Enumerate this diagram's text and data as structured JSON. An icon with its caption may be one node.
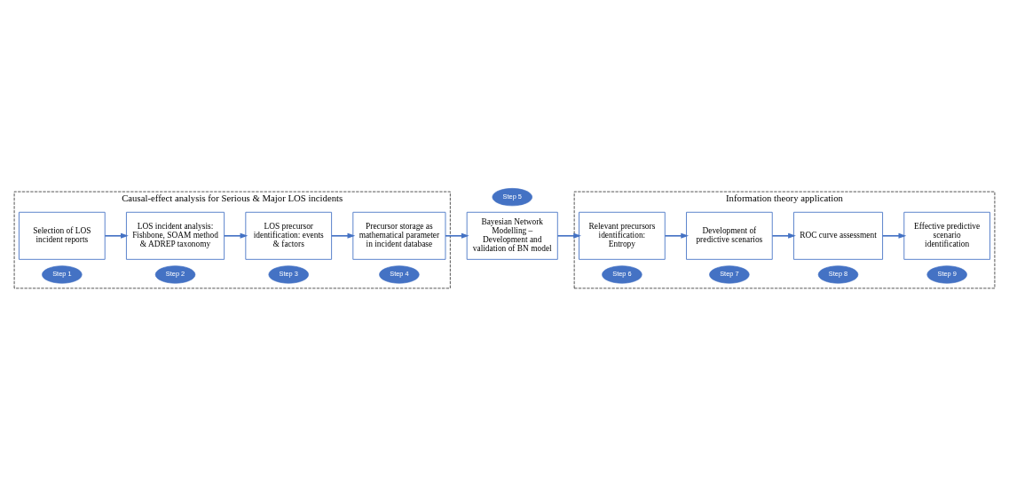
{
  "diagram": {
    "nodes": [
      {
        "text": [
          "Causal-effect analysis for Serious & Major LOS incidents"
        ]
      },
      {
        "text": [
          "Selection of LOS incident reports"
        ],
        "in": 0
      },
      {
        "text": [
          "Step 1"
        ],
        "in": 0
      },
      {
        "text": [
          "LOS incident analysis: Fishbone, SOAM method & ADREP taxonomy"
        ],
        "in": 0
      },
      {
        "text": [
          "Step 2"
        ],
        "in": 0
      },
      {
        "text": [
          "LOS precursor identification: events & factors"
        ],
        "in": 0
      },
      {
        "text": [
          "Step 3"
        ],
        "in": 0
      },
      {
        "text": [
          "Precursor storage as mathematical parameter in incident database"
        ],
        "in": 0
      },
      {
        "text": [
          "Step 4"
        ],
        "in": 0
      },
      {
        "text": [
          "Bayesian Network Modelling – Development and validation of BN model"
        ]
      },
      {
        "text": [
          "Step 5"
        ]
      },
      {
        "text": [
          "Information theory application"
        ]
      },
      {
        "text": [
          "Relevant precursors identification: Entropy"
        ],
        "in": 11
      },
      {
        "text": [
          "Step 6"
        ],
        "in": 11
      },
      {
        "text": [
          "Development of predictive scenarios"
        ],
        "in": 11
      },
      {
        "text": [
          "Step 7"
        ],
        "in": 11
      },
      {
        "text": [
          "ROC curve assessment"
        ],
        "in": 11
      },
      {
        "text": [
          "Step 8"
        ],
        "in": 11
      },
      {
        "text": [
          "Effective predictive scenario identification"
        ],
        "in": 11
      },
      {
        "text": [
          "Step 9"
        ],
        "in": 11
      }
    ],
    "edges": [
      {
        "from": 1,
        "to": 3,
        "arrow": "to"
      },
      {
        "from": 3,
        "to": 5,
        "arrow": "to"
      },
      {
        "from": 5,
        "to": 7,
        "arrow": "to"
      },
      {
        "from": 7,
        "to": 9,
        "arrow": "to"
      },
      {
        "from": 9,
        "to": 12,
        "arrow": "to"
      },
      {
        "from": 12,
        "to": 14,
        "arrow": "to"
      },
      {
        "from": 14,
        "to": 16,
        "arrow": "to"
      },
      {
        "from": 16,
        "to": 18,
        "arrow": "to"
      }
    ]
  }
}
